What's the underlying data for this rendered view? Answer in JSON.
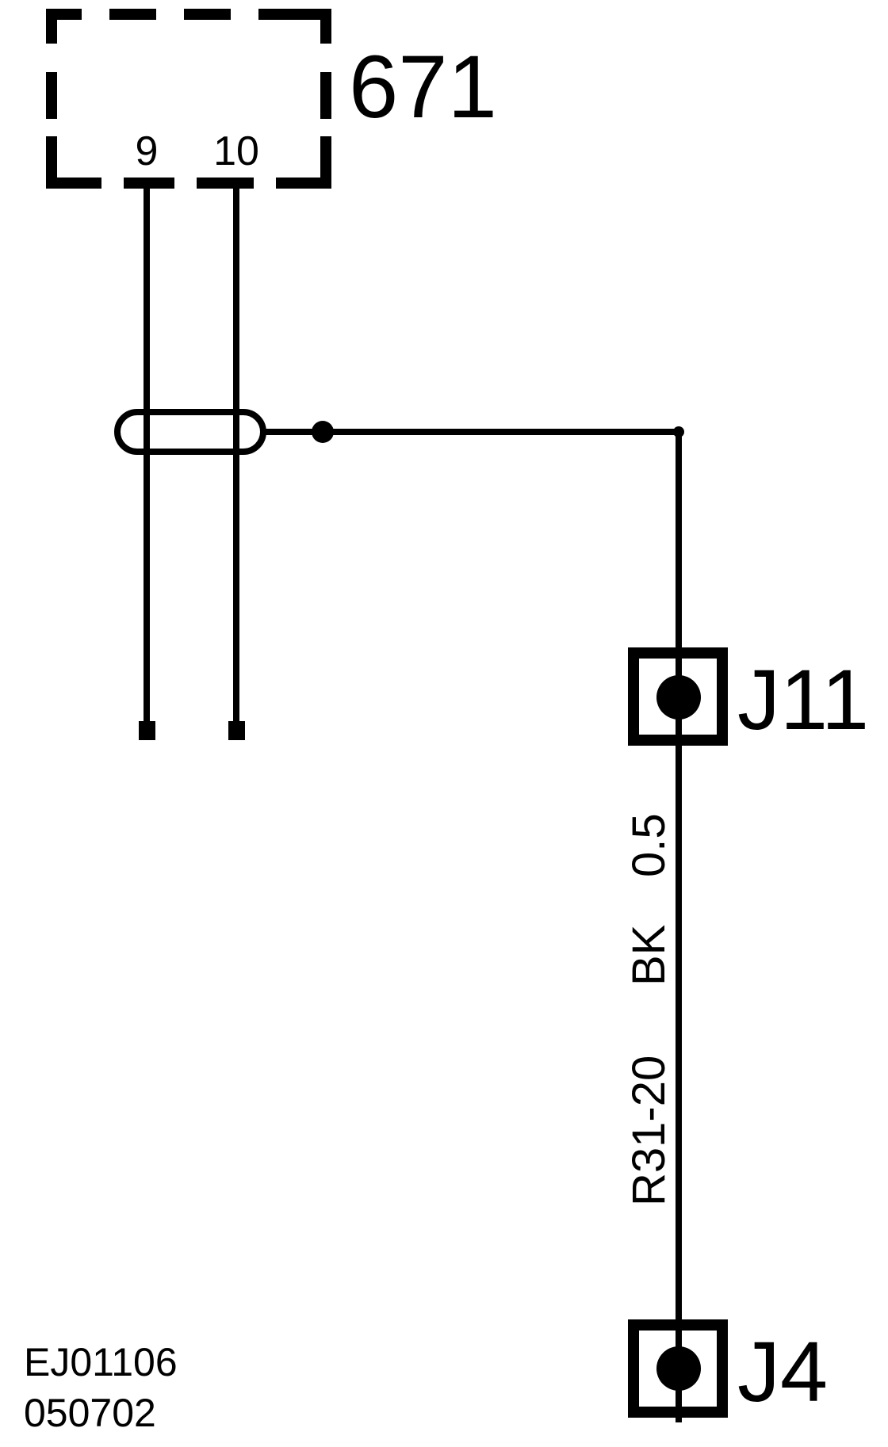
{
  "component": {
    "id": "671",
    "pins": [
      {
        "number": "9"
      },
      {
        "number": "10"
      }
    ]
  },
  "wire": {
    "circuit": "R31-20",
    "color": "BK",
    "size": "0.5"
  },
  "connectors": {
    "upper": "J11",
    "lower": "J4"
  },
  "drawing_ref": {
    "code": "EJ01106",
    "date": "050702"
  },
  "colors": {
    "ink": "#000000",
    "paper": "#ffffff"
  }
}
